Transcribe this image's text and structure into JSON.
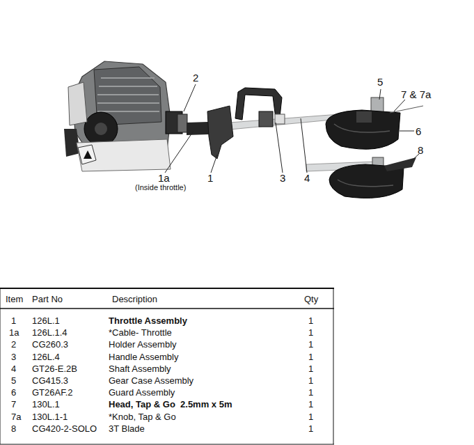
{
  "diagram": {
    "labels": [
      "2",
      "5",
      "7 & 7a",
      "6",
      "8",
      "1a",
      "(Inside throttle)",
      "1",
      "3",
      "4",
      "Item",
      "Part No",
      "Description",
      "Qty",
      "1",
      "126L.1",
      "Throttle Assembly",
      "1",
      "1a",
      "126L.1.4",
      "*Cable- Throttle",
      "1",
      "2",
      "CG260.3",
      "Holder Assembly",
      "1",
      "3",
      "126L.4",
      "Handle Assembly",
      "1",
      "4",
      "GT26-E.2B",
      "Shaft Assembly",
      "1",
      "5",
      "CG415.3",
      "Gear Case Assembly",
      "1",
      "6",
      "GT26AF.2",
      "Guard Assembly",
      "1",
      "7",
      "130L.1",
      "Head, Tap & Go  2.5mm x 5m",
      "1",
      "7a",
      "130L.1-1",
      "*Knob, Tap & Go",
      "1",
      "8",
      "CG420-2-SOLO",
      "3T Blade",
      "1"
    ]
  }
}
